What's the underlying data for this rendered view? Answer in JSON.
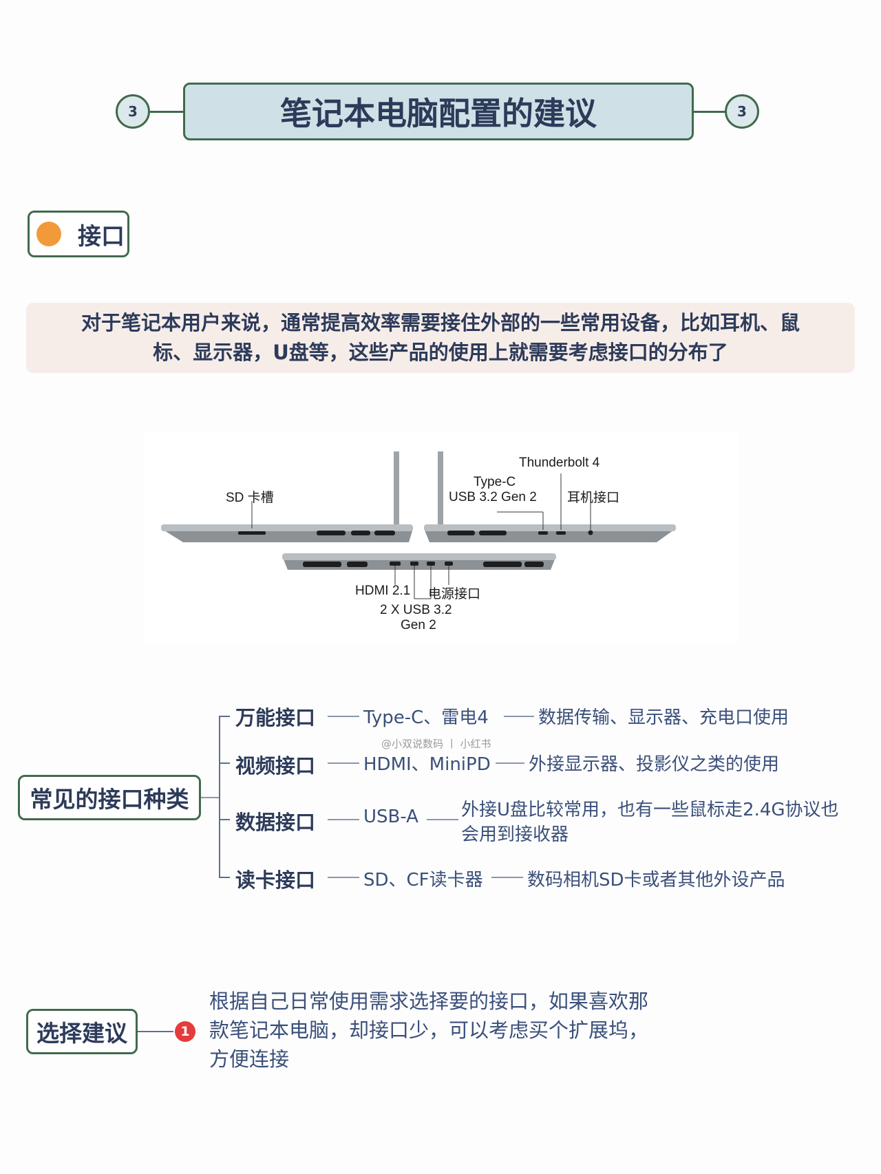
{
  "header": {
    "number_left": "3",
    "title": "笔记本电脑配置的建议",
    "number_right": "3"
  },
  "section": {
    "label": "接口",
    "dot_color": "#f29a3a"
  },
  "intro": {
    "line1": "对于笔记本用户来说，通常提高效率需要接住外部的一些常用设备，比如耳机、鼠",
    "line2": "标、显示器，U盘等，这些产品的使用上就需要考虑接口的分布了"
  },
  "laptop_labels": {
    "sd": "SD 卡槽",
    "thunderbolt": "Thunderbolt 4",
    "typec": "Type-C",
    "usb32gen2": "USB 3.2 Gen 2",
    "headphone": "耳机接口",
    "hdmi": "HDMI 2.1",
    "power": "电源接口",
    "usb_line1": "2 X USB 3.2",
    "usb_line2": "Gen 2"
  },
  "mindmap": {
    "root": "常见的接口种类",
    "branches": [
      {
        "name": "万能接口",
        "type": "Type-C、雷电4",
        "use": "数据传输、显示器、充电口使用"
      },
      {
        "name": "视频接口",
        "type": "HDMI、MiniPD",
        "use": "外接显示器、投影仪之类的使用"
      },
      {
        "name": "数据接口",
        "type": "USB-A",
        "use_line1": "外接U盘比较常用，也有一些鼠标走2.4G协议也",
        "use_line2": "会用到接收器"
      },
      {
        "name": "读卡接口",
        "type": "SD、CF读卡器",
        "use": "数码相机SD卡或者其他外设产品"
      }
    ]
  },
  "watermark": "@小双说数码 丨 小红书",
  "suggestion": {
    "label": "选择建议",
    "number": "1",
    "line1": "根据自己日常使用需求选择要的接口，如果喜欢那",
    "line2": "款笔记本电脑，却接口少，可以考虑买个扩展坞，",
    "line3": "方便连接"
  }
}
